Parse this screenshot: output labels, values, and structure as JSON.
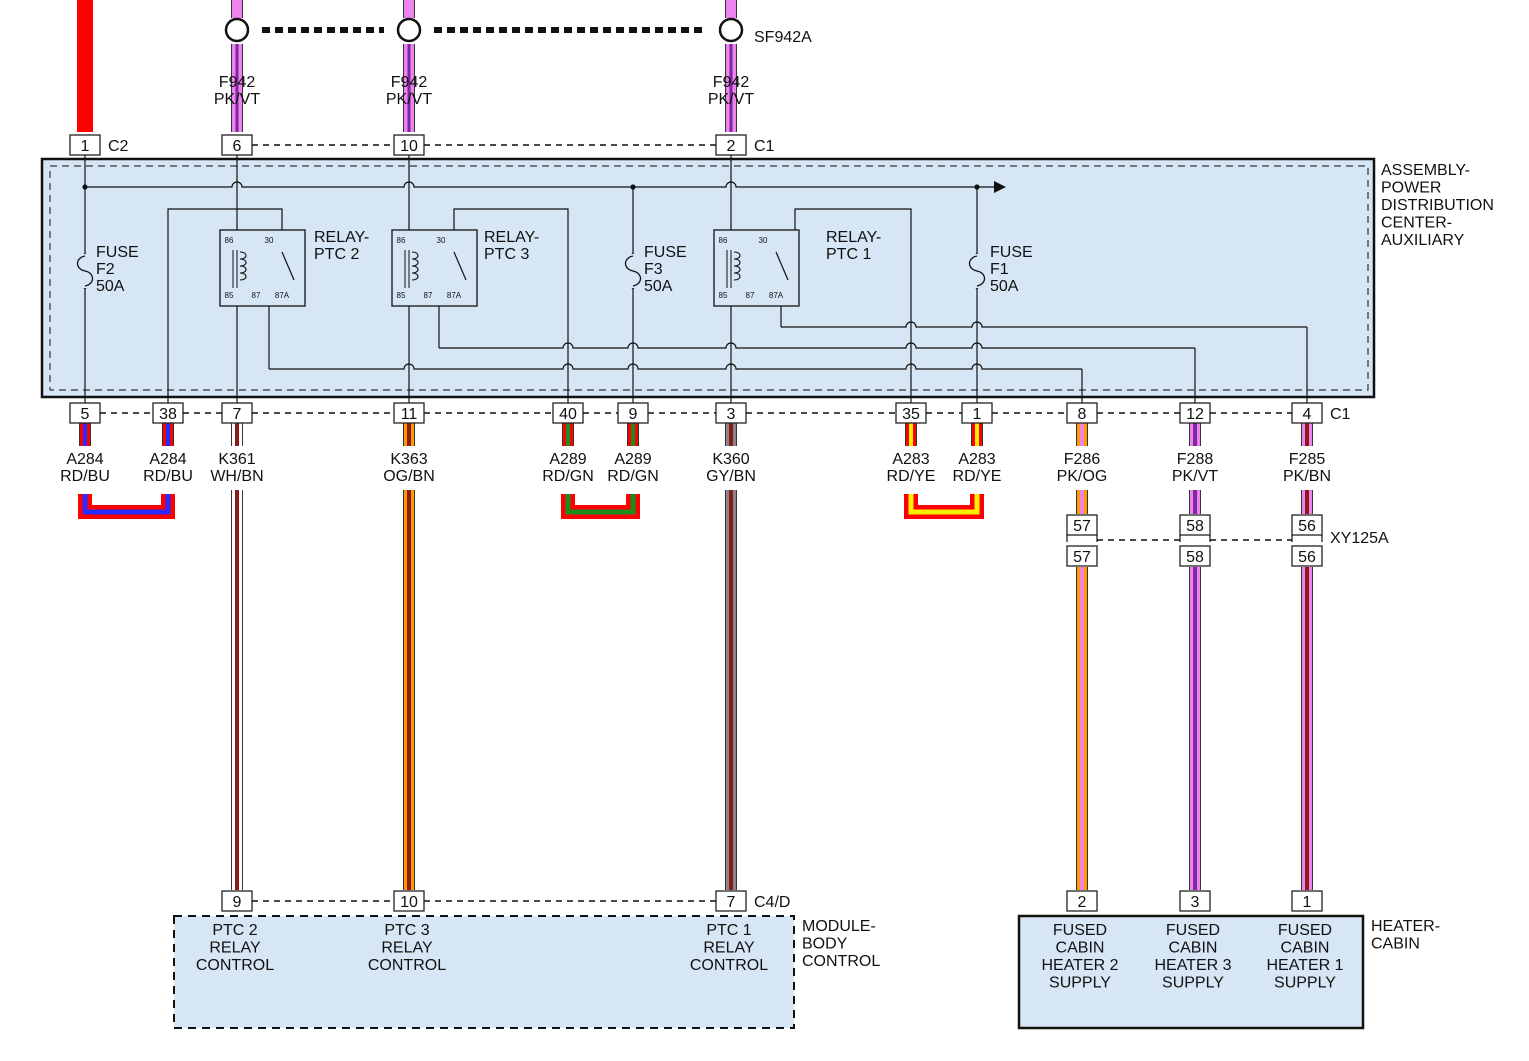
{
  "splice_top": {
    "label": "SF942A"
  },
  "splice_mid": {
    "label": "XY125A"
  },
  "assembly": {
    "lines": [
      "ASSEMBLY-",
      "POWER",
      "DISTRIBUTION",
      "CENTER-",
      "AUXILIARY"
    ]
  },
  "module": {
    "lines": [
      "MODULE-",
      "BODY",
      "CONTROL"
    ]
  },
  "heater": {
    "lines": [
      "HEATER-",
      "CABIN"
    ]
  },
  "connectors": {
    "c2": "C2",
    "c1_top": "C1",
    "c1_bottom": "C1",
    "c4d": "C4/D"
  },
  "fuses": [
    {
      "label": "FUSE",
      "name": "F2",
      "rating": "50A"
    },
    {
      "label": "FUSE",
      "name": "F3",
      "rating": "50A"
    },
    {
      "label": "FUSE",
      "name": "F1",
      "rating": "50A"
    }
  ],
  "relays": [
    {
      "title": [
        "RELAY-",
        "PTC 2"
      ],
      "pins": [
        "86",
        "30",
        "85",
        "87",
        "87A"
      ]
    },
    {
      "title": [
        "RELAY-",
        "PTC 3"
      ],
      "pins": [
        "86",
        "30",
        "85",
        "87",
        "87A"
      ]
    },
    {
      "title": [
        "RELAY-",
        "PTC 1"
      ],
      "pins": [
        "86",
        "30",
        "85",
        "87",
        "87A"
      ]
    }
  ],
  "top_pins": [
    "1",
    "6",
    "10",
    "2"
  ],
  "top_wires": [
    {
      "circuit": "F942",
      "color": "PK/VT"
    },
    {
      "circuit": "F942",
      "color": "PK/VT"
    },
    {
      "circuit": "F942",
      "color": "PK/VT"
    }
  ],
  "bottom_pins": [
    "5",
    "38",
    "7",
    "11",
    "40",
    "9",
    "3",
    "35",
    "1",
    "8",
    "12",
    "4"
  ],
  "bottom_wires": [
    {
      "circuit": "A284",
      "color": "RD/BU"
    },
    {
      "circuit": "A284",
      "color": "RD/BU"
    },
    {
      "circuit": "K361",
      "color": "WH/BN"
    },
    {
      "circuit": "K363",
      "color": "OG/BN"
    },
    {
      "circuit": "A289",
      "color": "RD/GN"
    },
    {
      "circuit": "A289",
      "color": "RD/GN"
    },
    {
      "circuit": "K360",
      "color": "GY/BN"
    },
    {
      "circuit": "A283",
      "color": "RD/YE"
    },
    {
      "circuit": "A283",
      "color": "RD/YE"
    },
    {
      "circuit": "F286",
      "color": "PK/OG"
    },
    {
      "circuit": "F288",
      "color": "PK/VT"
    },
    {
      "circuit": "F285",
      "color": "PK/BN"
    }
  ],
  "inline_pins": [
    "57",
    "58",
    "56"
  ],
  "module_pins": [
    "9",
    "10",
    "7"
  ],
  "module_labels": [
    [
      "PTC 2",
      "RELAY",
      "CONTROL"
    ],
    [
      "PTC 3",
      "RELAY",
      "CONTROL"
    ],
    [
      "PTC 1",
      "RELAY",
      "CONTROL"
    ]
  ],
  "heater_pins": [
    "2",
    "3",
    "1"
  ],
  "heater_labels": [
    [
      "FUSED",
      "CABIN",
      "HEATER 2",
      "SUPPLY"
    ],
    [
      "FUSED",
      "CABIN",
      "HEATER 3",
      "SUPPLY"
    ],
    [
      "FUSED",
      "CABIN",
      "HEATER 1",
      "SUPPLY"
    ]
  ],
  "colors": {
    "box_fill": "#d6e6f5",
    "red": "#ff0000",
    "blue": "#2b2bff",
    "pink": "#ee82ee",
    "violet": "#7a2a9a",
    "brown": "#8b1a1a",
    "white": "#ffffff",
    "orange": "#ff9900",
    "green": "#1e8b1e",
    "gray": "#888888",
    "yellow": "#ffee00"
  }
}
